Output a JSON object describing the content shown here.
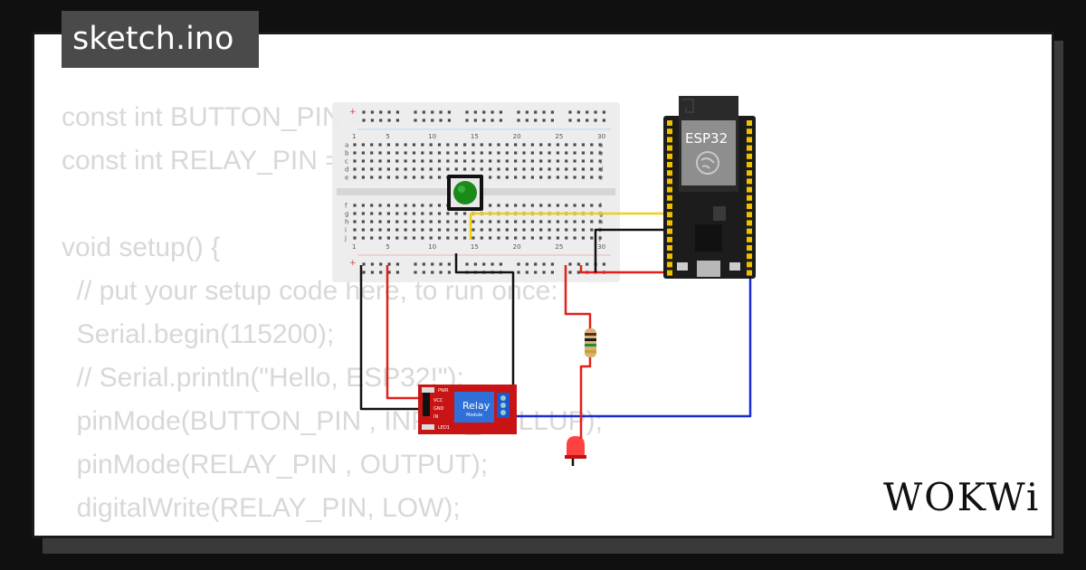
{
  "title": "sketch.ino",
  "logo": "WOKWi",
  "code_lines": [
    "const int BUTTON_PIN = 4;",
    "const int RELAY_PIN = 25;",
    "",
    "void setup() {",
    "  // put your setup code here, to run once:",
    "  Serial.begin(115200);",
    "  // Serial.println(\"Hello, ESP32!\");",
    "  pinMode(BUTTON_PIN , INPUT_PULLUP);",
    "  pinMode(RELAY_PIN , OUTPUT);",
    "  digitalWrite(RELAY_PIN, LOW);",
    "}"
  ],
  "breadboard": {
    "column_numbers": [
      "1",
      "5",
      "10",
      "15",
      "20",
      "25",
      "30"
    ],
    "top_row_letters": [
      "a",
      "b",
      "c",
      "d",
      "e"
    ],
    "bottom_row_letters": [
      "f",
      "g",
      "h",
      "i",
      "j"
    ]
  },
  "esp32": {
    "label": "ESP32",
    "icon": "espressif-logo-icon"
  },
  "relay": {
    "label": "Relay",
    "sublabel": "Module",
    "pin_vcc": "VCC",
    "pin_gnd": "GND",
    "pin_in": "IN",
    "led_pwr": "PWR",
    "led_ind": "LED1"
  },
  "colors": {
    "wire_red": "#e0201a",
    "wire_black": "#111111",
    "wire_blue": "#1a2bd0",
    "wire_yellow": "#f0d010",
    "relay_board": "#c81414",
    "relay_blue": "#2f6fd8",
    "esp_board": "#1c1c1c",
    "button_green": "#1a8a1a",
    "led_red": "#ff2020"
  }
}
